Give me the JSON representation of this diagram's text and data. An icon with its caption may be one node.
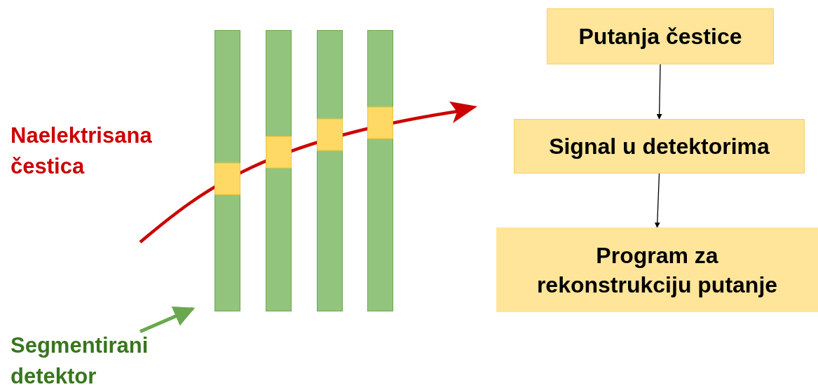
{
  "diagram": {
    "nodes": [
      {
        "text": [
          "Putanja čestice"
        ]
      },
      {
        "text": [
          "Signal u detektorima"
        ]
      },
      {
        "text": [
          "Program za rekonstrukciju putanje"
        ]
      },
      {
        "text": [
          "Segmentirani detektor"
        ]
      },
      {
        "text": [],
        "shape": "picture"
      }
    ],
    "edges": [
      {
        "from": 0,
        "to": 1,
        "arrow": "to"
      },
      {
        "from": 1,
        "to": 2,
        "arrow": "to"
      },
      {
        "from": 3,
        "to": 4,
        "arrow": "to",
        "style": "thick",
        "color": "#6aa84f"
      }
    ],
    "labels": [
      "Naelektrisana čestica"
    ]
  }
}
